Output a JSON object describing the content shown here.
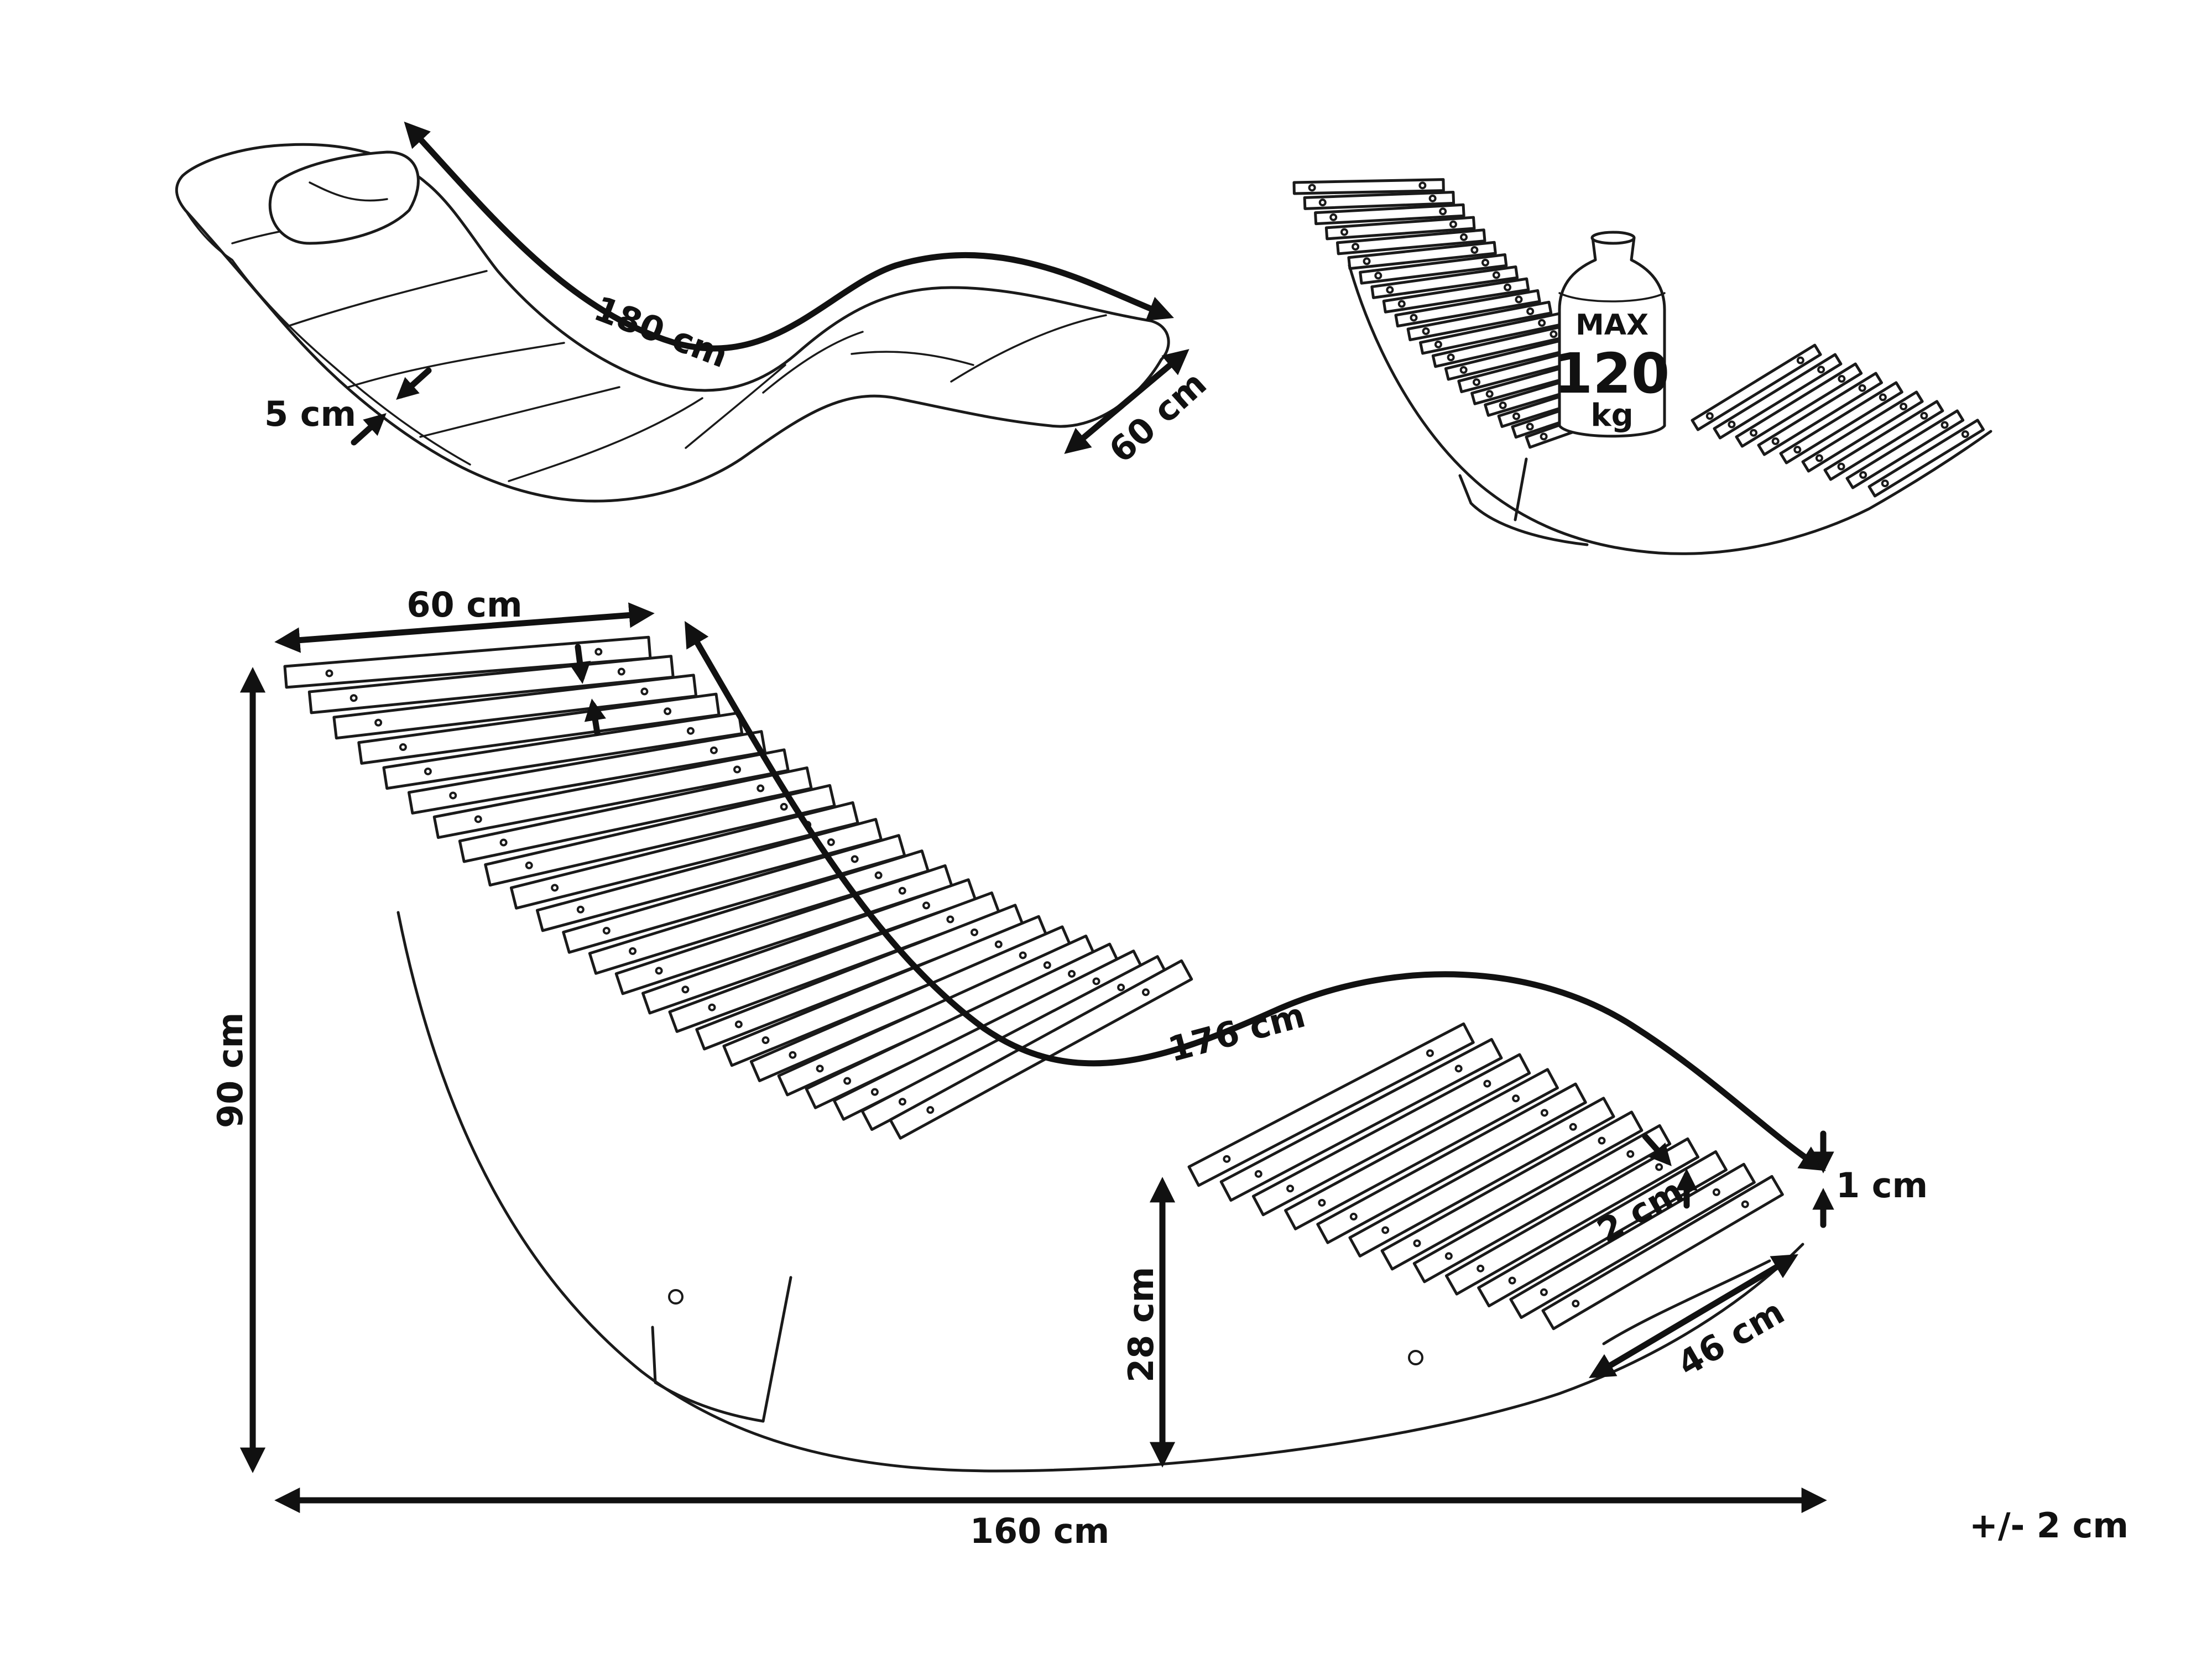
{
  "cushioned_view": {
    "length_label": "180 cm",
    "width_label": "60 cm",
    "thickness_label": "5 cm"
  },
  "load_view": {
    "weight_max_label": "MAX",
    "weight_value_label": "120",
    "weight_unit_label": "kg"
  },
  "main_view": {
    "top_width_label": "60 cm",
    "length_curve_label": "176 cm",
    "height_label": "90 cm",
    "seat_height_label": "28 cm",
    "footrest_width_label": "46 cm",
    "slat_gap_label": "2 cm",
    "slat_thickness_label": "1 cm",
    "total_length_label": "160 cm"
  },
  "tolerance_label": "+/- 2 cm"
}
